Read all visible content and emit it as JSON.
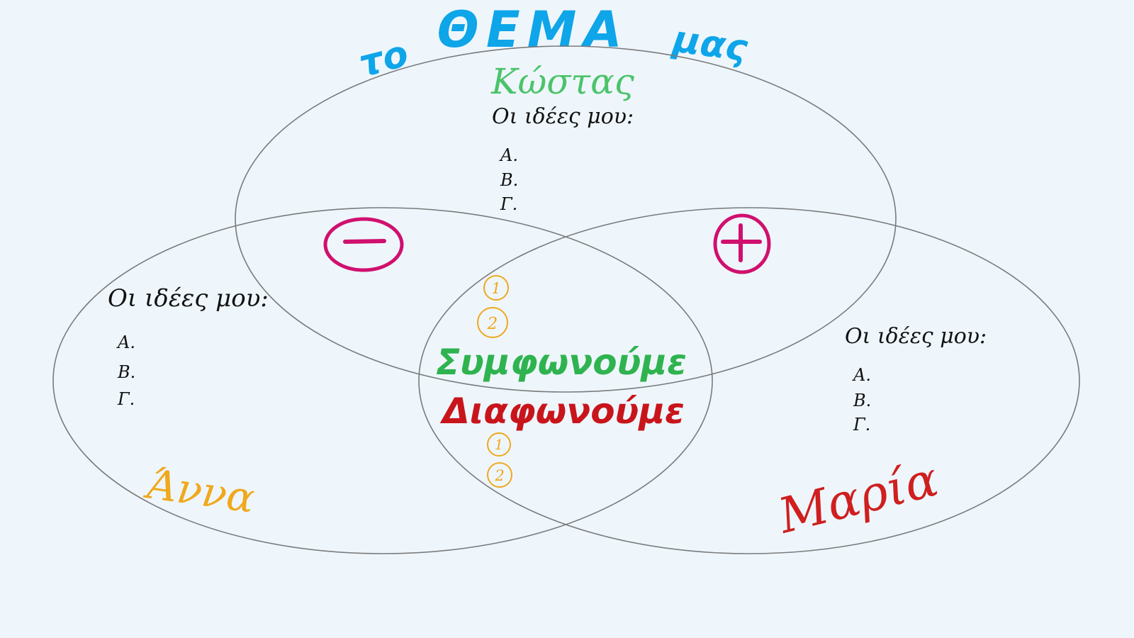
{
  "title": {
    "prefix": "το",
    "main": "ΘΕΜΑ",
    "suffix": "μας"
  },
  "people": {
    "top": {
      "name": "Κώστας",
      "ideas_label": "Οι ιδέες μου:",
      "items": [
        "A.",
        "B.",
        "Γ."
      ]
    },
    "left": {
      "name": "Άννα",
      "ideas_label": "Οι ιδέες μου:",
      "items": [
        "A.",
        "B.",
        "Γ."
      ]
    },
    "right": {
      "name": "Μαρία",
      "ideas_label": "Οι ιδέες μου:",
      "items": [
        "A.",
        "B.",
        "Γ."
      ]
    }
  },
  "center": {
    "agree_label": "Συμφωνούμε",
    "disagree_label": "Διαφωνούμε",
    "agree_numbers": [
      "1",
      "2"
    ],
    "disagree_numbers": [
      "1",
      "2"
    ]
  },
  "symbols": {
    "minus": "minus-circle-icon",
    "plus": "plus-circle-icon"
  },
  "colors": {
    "background": "#eef6fc",
    "title": "#0ea5e9",
    "circle_stroke": "#7a7a7a",
    "kostas": "#4cc36a",
    "anna": "#f0a81c",
    "maria": "#cf1f1f",
    "agree": "#2fb34f",
    "disagree": "#c8151b",
    "symbols": "#d0106f",
    "numbers": "#f0a81c",
    "text": "#111111"
  }
}
